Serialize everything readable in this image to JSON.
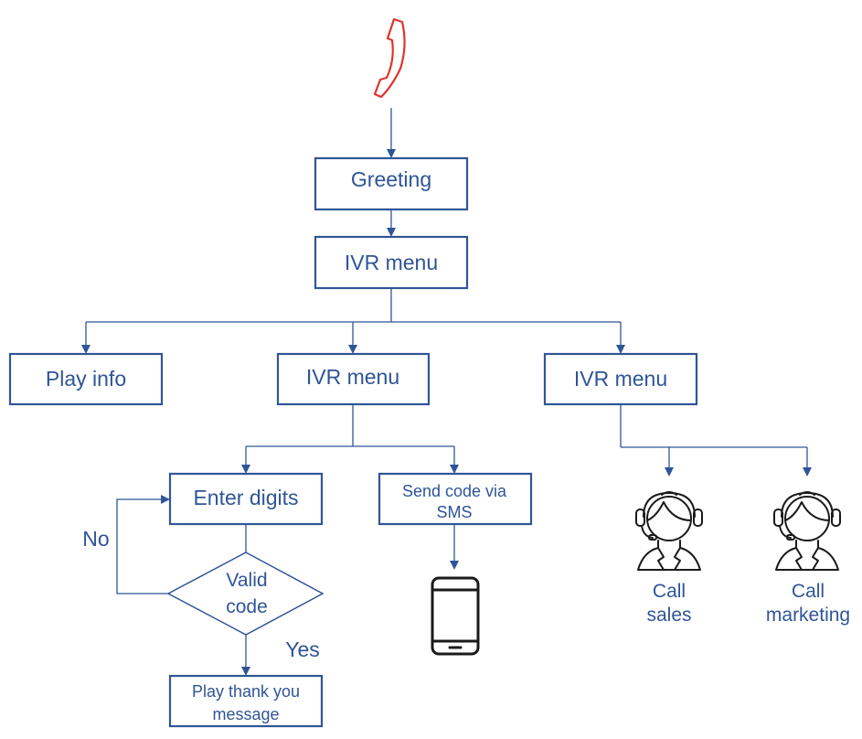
{
  "diagram": {
    "title": "IVR call flow",
    "colors": {
      "primary": "#2f5597",
      "phone_icon": "#e0352b",
      "icon_dark": "#1a1a1a"
    },
    "start_icon": "phone-handset-icon",
    "nodes": {
      "greeting": "Greeting",
      "ivr_main": "IVR menu",
      "play_info": "Play info",
      "ivr_mid": "IVR menu",
      "ivr_right": "IVR menu",
      "enter_digits": "Enter digits",
      "valid_code_1": "Valid",
      "valid_code_2": "code",
      "send_sms_1": "Send code via",
      "send_sms_2": "SMS",
      "thank_you_1": "Play thank you",
      "thank_you_2": "message",
      "call_sales_1": "Call",
      "call_sales_2": "sales",
      "call_marketing_1": "Call",
      "call_marketing_2": "marketing"
    },
    "edge_labels": {
      "no": "No",
      "yes": "Yes"
    },
    "icons": {
      "smartphone": "smartphone-icon",
      "agent": "call-center-agent-icon"
    }
  }
}
